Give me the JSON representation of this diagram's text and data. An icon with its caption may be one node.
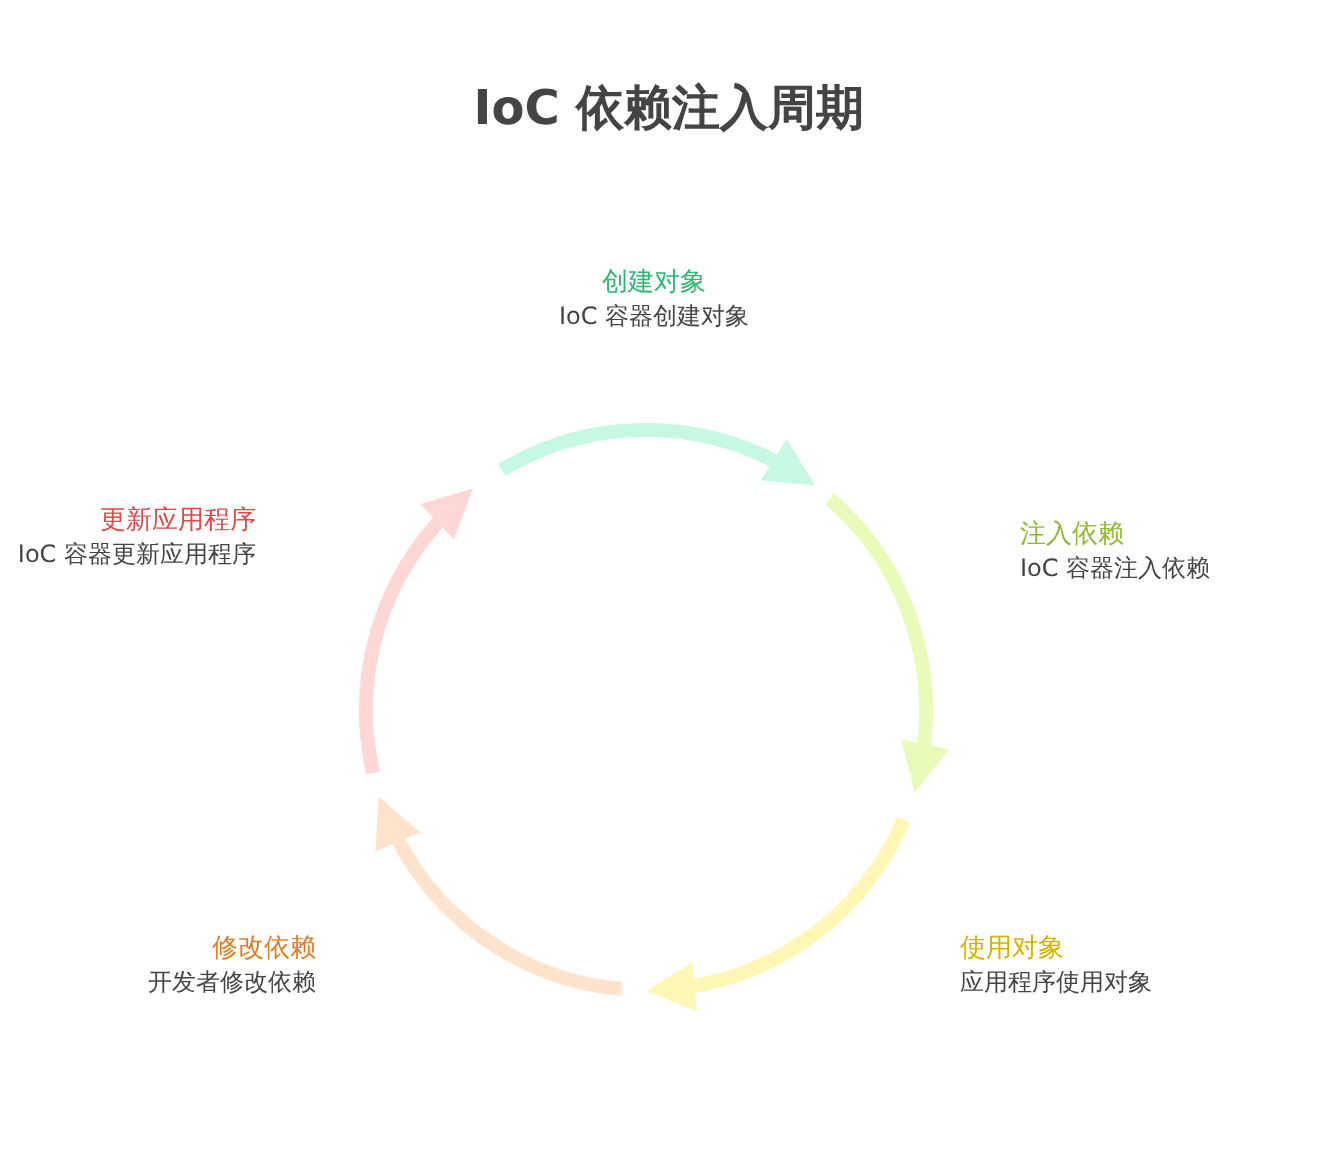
{
  "diagram": {
    "title": "IoC 依赖注入周期",
    "nodes": [
      {
        "text": [
          "创建对象",
          "IoC 容器创建对象"
        ]
      },
      {
        "text": [
          "注入依赖",
          "IoC 容器注入依赖"
        ]
      },
      {
        "text": [
          "使用对象",
          "应用程序使用对象"
        ]
      },
      {
        "text": [
          "修改依赖",
          "开发者修改依赖"
        ]
      },
      {
        "text": [
          "更新应用程序",
          "IoC 容器更新应用程序"
        ]
      }
    ]
  }
}
